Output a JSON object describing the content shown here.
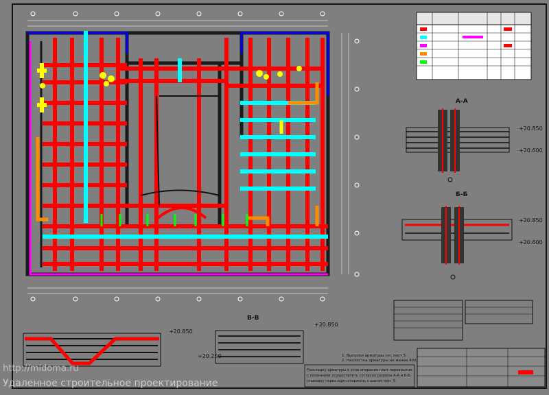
{
  "elev": {
    "aa_top": "+20.850",
    "aa_bot": "+20.600",
    "bb_top": "+20.850",
    "bb_bot": "+20.600",
    "sec_left": "+20.850",
    "sec_mid_top": "+20.850",
    "sec_mid_bot": "+20.250"
  },
  "section": {
    "aa": "А-А",
    "bb": "Б-Б",
    "vv": "В-В"
  },
  "notes": [
    "1. Выпуски арматуры см. лист 5.",
    "2. Нахлестка арматуры не менее 40d.",
    "Раскладку арматуры в зоне опирания плит перекрытия",
    "с колоннами осуществлять согласно разреза А-А и Б-Б,",
    "стыковку через один стержень с шагом мин. 5."
  ],
  "watermark": {
    "url": "http://midoma.ru",
    "text": "Удаленное строительное проектирование"
  },
  "colors": {
    "bg": "#7f7f7f",
    "rebar_red": "#ff0000",
    "cyan": "#00ffff",
    "yellow": "#ffff00",
    "orange": "#ff8c00",
    "magenta": "#ff00ff",
    "blue": "#0000ff",
    "green": "#00ff00"
  },
  "icons": [
    "section-mark-icon",
    "elevation-mark-icon",
    "axis-bubble-icon"
  ]
}
